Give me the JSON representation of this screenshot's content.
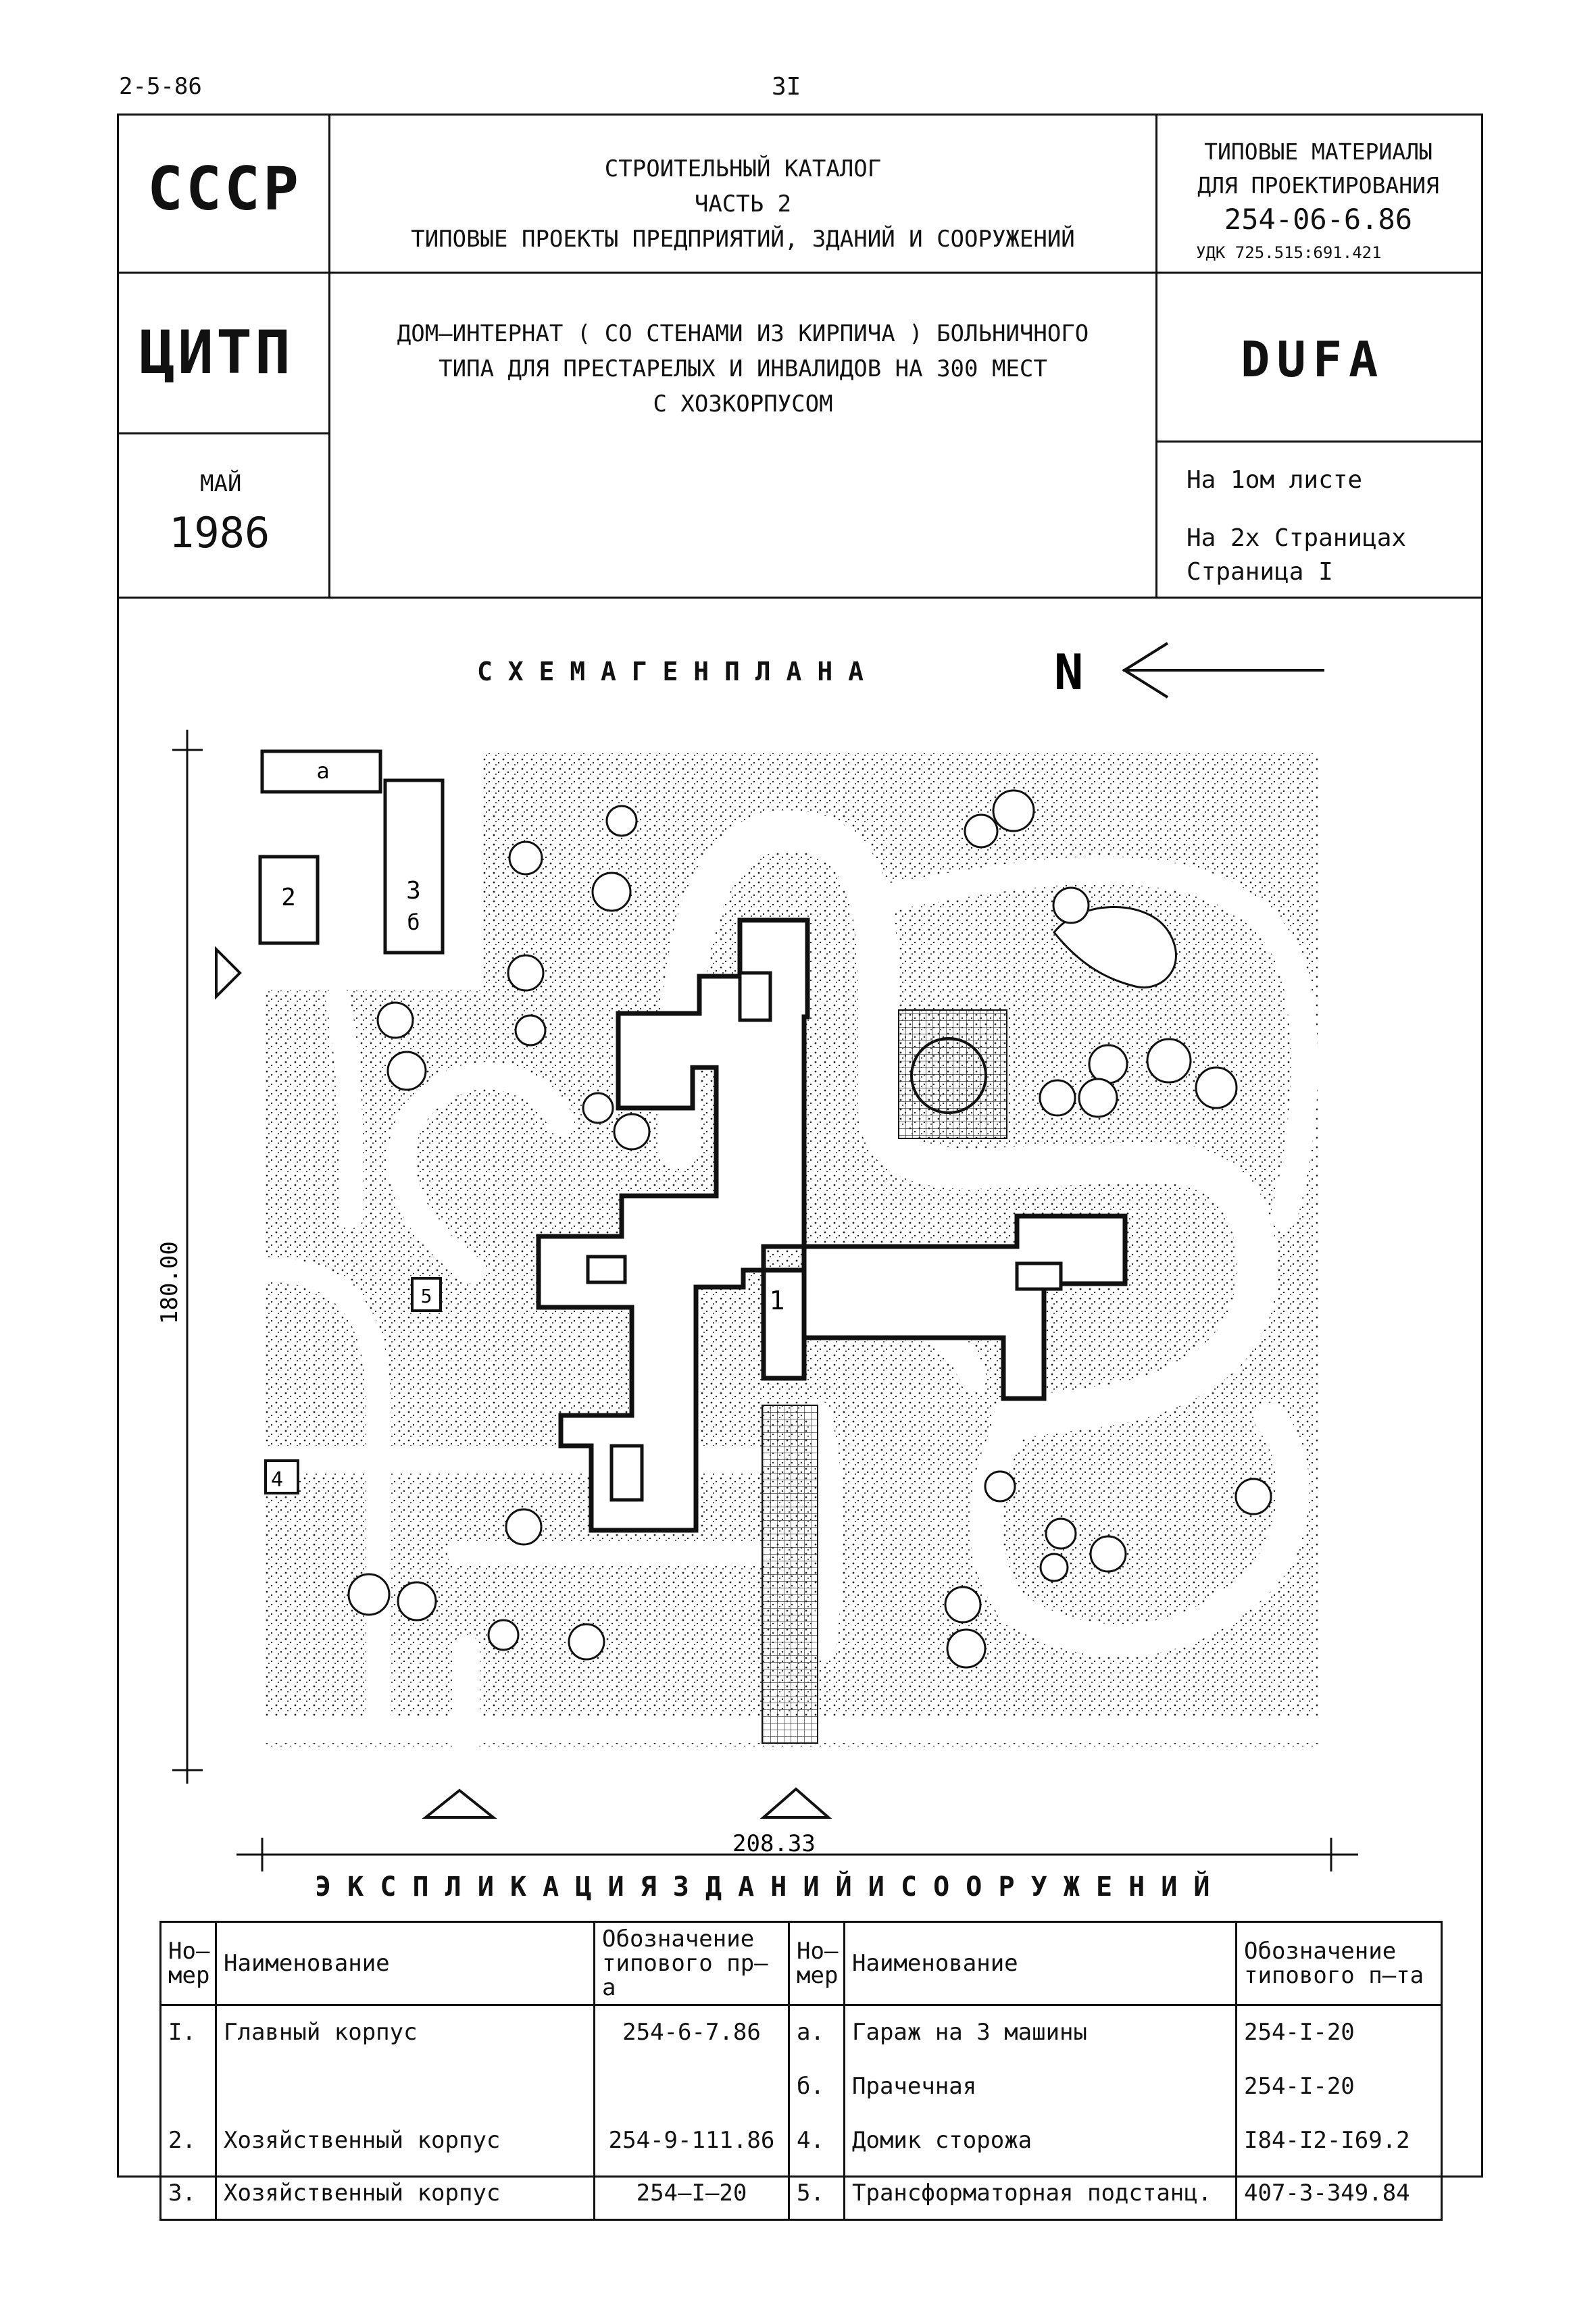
{
  "corner_code": "2-5-86",
  "page_number": "3I",
  "header": {
    "left_top": "СССР",
    "left_mid": "ЦИТП",
    "left_month": "МАЙ",
    "left_year": "1986",
    "catalog_line1": "СТРОИТЕЛЬНЫЙ  КАТАЛОГ",
    "catalog_line2": "ЧАСТЬ 2",
    "catalog_line3": "ТИПОВЫЕ ПРОЕКТЫ ПРЕДПРИЯТИЙ, ЗДАНИЙ И СООРУЖЕНИЙ",
    "project_line1": "ДОМ–ИНТЕРНАТ ( СО СТЕНАМИ ИЗ КИРПИЧА ) БОЛЬНИЧНОГО",
    "project_line2": "ТИПА ДЛЯ ПРЕСТАРЕЛЫХ И ИНВАЛИДОВ НА 300 МЕСТ",
    "project_line3": "С ХОЗКОРПУСОМ",
    "materials_line1": "ТИПОВЫЕ  МАТЕРИАЛЫ",
    "materials_line2": "ДЛЯ ПРОЕКТИРОВАНИЯ",
    "materials_code": "254-06-6.86",
    "udk": "УДК 725.515:691.421",
    "series_code": "DUFA",
    "sheet_line": "На  1ом  листе",
    "pages_line": "На  2х  Страницах",
    "page_line": "Страница I"
  },
  "plan": {
    "title": "С Х Е М А    Г Е Н П Л А Н А",
    "north_label": "N",
    "dim_height": "180.00",
    "dim_width": "208.33",
    "labels": {
      "b1": "1",
      "b2": "2",
      "b3": "3",
      "b3b": "б",
      "ba": "а",
      "b4": "4",
      "b5": "5"
    }
  },
  "explication": {
    "title": "Э К С П Л И К А Ц И Я   З Д А Н И Й   И   С О О Р У Ж Е Н И Й",
    "headers": {
      "num": "Но– мер",
      "name": "Наименование",
      "code": "Обозначение типового пр–а",
      "num2": "Но– мер",
      "name2": "Наименование",
      "code2": "Обозначение типового п–та"
    },
    "left_rows": [
      {
        "num": "I.",
        "name": "Главный корпус",
        "code": "254-6-7.86"
      },
      {
        "num": "2.",
        "name": "Хозяйственный корпус",
        "code": "254-9-111.86"
      },
      {
        "num": "3.",
        "name": "Хозяйственный корпус",
        "code": "254–I–20"
      }
    ],
    "right_rows": [
      {
        "num": "а.",
        "name": "Гараж на  3 машины",
        "code": "254-I-20"
      },
      {
        "num": "б.",
        "name": "Прачечная",
        "code": "254-I-20"
      },
      {
        "num": "4.",
        "name": "Домик сторожа",
        "code": "I84-I2-I69.2"
      },
      {
        "num": "5.",
        "name": "Трансформаторная подстанц.",
        "code": "407-3-349.84"
      }
    ]
  }
}
